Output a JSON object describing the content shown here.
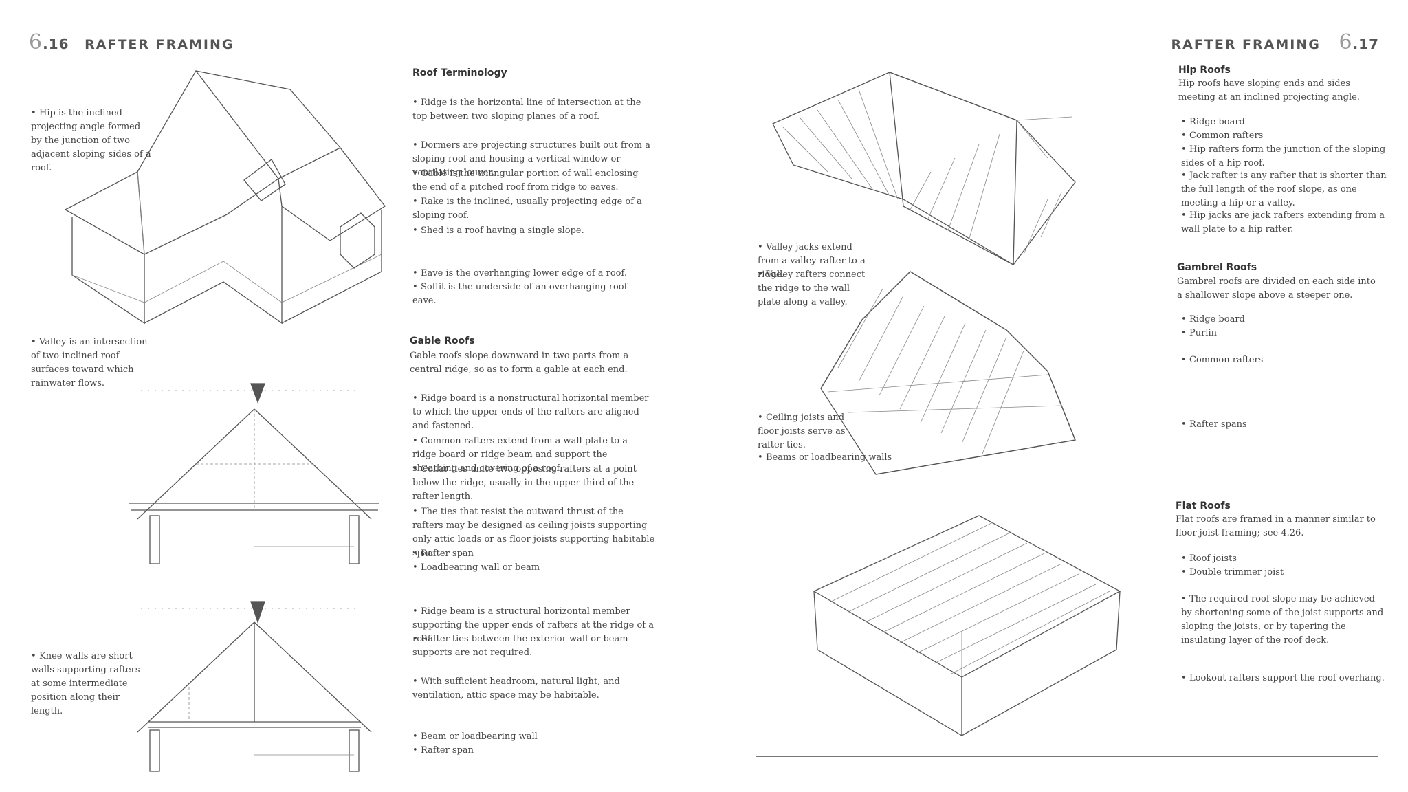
{
  "left": {
    "header": {
      "page_prefix": "6",
      "page_suffix": ".16",
      "title": "RAFTER FRAMING"
    },
    "roof_terminology": {
      "heading": "Roof Terminology",
      "hip_note": "Hip is the inclined projecting angle formed by the junction of two adjacent sloping sides of a roof.",
      "valley_note": "Valley is an intersection of two inclined roof surfaces toward which rainwater flows.",
      "notes": [
        "Ridge is the horizontal line of intersection at the top between two sloping planes of a roof.",
        "Dormers are projecting structures built out from a sloping roof and housing a vertical window or ventilating louver.",
        "Gable is the triangular portion of wall enclosing the end of a pitched roof from ridge to eaves.",
        "Rake is the inclined, usually projecting edge of a sloping roof.",
        "Shed is a roof having a single slope.",
        "Eave is the overhanging lower edge of a roof.",
        "Soffit is the underside of an overhanging roof eave."
      ]
    },
    "gable_roofs": {
      "heading": "Gable Roofs",
      "intro": "Gable roofs slope downward in two parts from a central ridge, so as to form a gable at each end.",
      "notes": [
        "Ridge board is a nonstructural horizontal member to which the upper ends of the rafters are aligned and fastened.",
        "Common rafters extend from a wall plate to a ridge board or ridge beam and support the sheathing and covering of a roof.",
        "Collar ties unite two opposing rafters at a point below the ridge, usually in the upper third of the rafter length.",
        "The ties that resist the outward thrust of the rafters may be designed as ceiling joists supporting only attic loads or as floor joists supporting habitable space.",
        "Rafter span",
        "Loadbearing wall or beam"
      ],
      "knee_note": "Knee walls are short walls supporting rafters at some intermediate position along their length.",
      "notes2": [
        "Ridge beam is a structural horizontal member supporting the upper ends of rafters at the ridge of a roof.",
        "Rafter ties between the exterior wall or beam supports are not required.",
        "With sufficient headroom, natural light, and ventilation, attic space may be habitable.",
        "Beam or loadbearing wall",
        "Rafter span"
      ]
    }
  },
  "right": {
    "header": {
      "title": "RAFTER FRAMING",
      "page_prefix": "6",
      "page_suffix": ".17"
    },
    "hip_roofs": {
      "heading": "Hip Roofs",
      "intro": "Hip roofs have sloping ends and sides meeting at an inclined projecting angle.",
      "labels": [
        "Ridge board",
        "Common rafters",
        "Hip rafters form the junction of the sloping sides of a hip roof.",
        "Jack rafter is any rafter that is shorter than the full length of the roof slope, as one meeting a hip or a valley.",
        "Hip jacks are jack rafters extending from a wall plate to a hip rafter."
      ],
      "left_notes": [
        "Valley jacks extend from a valley rafter to a ridge.",
        "Valley rafters connect the ridge to the wall plate along a valley."
      ]
    },
    "gambrel_roofs": {
      "heading": "Gambrel Roofs",
      "intro": "Gambrel roofs are divided on each side into a shallower slope above a steeper one.",
      "labels": [
        "Ridge board",
        "Purlin",
        "Common rafters",
        "Rafter spans"
      ],
      "left_notes": [
        "Ceiling joists and floor joists serve as rafter ties.",
        "Beams or loadbearing walls"
      ]
    },
    "flat_roofs": {
      "heading": "Flat Roofs",
      "intro": "Flat roofs are framed in a manner similar to floor joist framing; see 4.26.",
      "labels": [
        "Roof joists",
        "Double trimmer joist",
        "The required roof slope may be achieved by shortening some of the joist supports and sloping the joists, or by tapering the insulating layer of the roof deck.",
        "Lookout rafters support the roof overhang."
      ]
    }
  }
}
